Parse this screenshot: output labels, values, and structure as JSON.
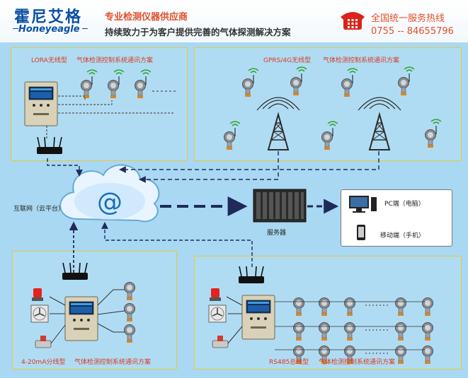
{
  "header": {
    "logo_cn": "霍尼艾格",
    "logo_en": "Honeyeagle",
    "slogan_supplier": "专业检测仪器供应商",
    "slogan_mission": "持续致力于为客户提供完善的气体探测解决方案",
    "hotline_label": "全国统一服务热线",
    "hotline_number": "0755 -- 84655796"
  },
  "panels": {
    "lora": {
      "type_label": "LORA无线型",
      "title": "气体检测控制系统通讯方案"
    },
    "gprs": {
      "type_label": "GPRS/4G无线型",
      "title": "气体检测控制系统通讯方案"
    },
    "analog": {
      "type_label": "4-20mA分线型",
      "title": "气体检测控制系统通讯方案"
    },
    "rs485": {
      "type_label": "RS485总线型",
      "title": "气体检测控制系统通讯方案"
    }
  },
  "cloud": {
    "label": "互联网（云平台）"
  },
  "server": {
    "label": "服务器"
  },
  "clients": {
    "pc_label": "PC端（电脑）",
    "mobile_label": "移动端（手机）"
  },
  "colors": {
    "accent_red": "#e34e2a",
    "brand_blue": "#0a4fa3",
    "panel_border": "#e8c640",
    "background": "#a9d8f2",
    "link_line": "#1f2a5a"
  }
}
